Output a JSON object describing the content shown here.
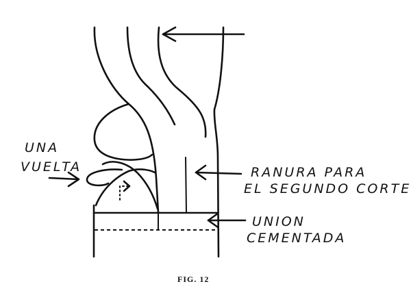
{
  "labels": {
    "una_vuelta_line1": "UNA",
    "una_vuelta_line2": "VUELTA",
    "ranura_line1": "RANURA PARA",
    "ranura_line2": "EL SEGUNDO CORTE",
    "union_line1": "UNION",
    "union_line2": "CEMENTADA"
  },
  "caption": "FIG. 12"
}
